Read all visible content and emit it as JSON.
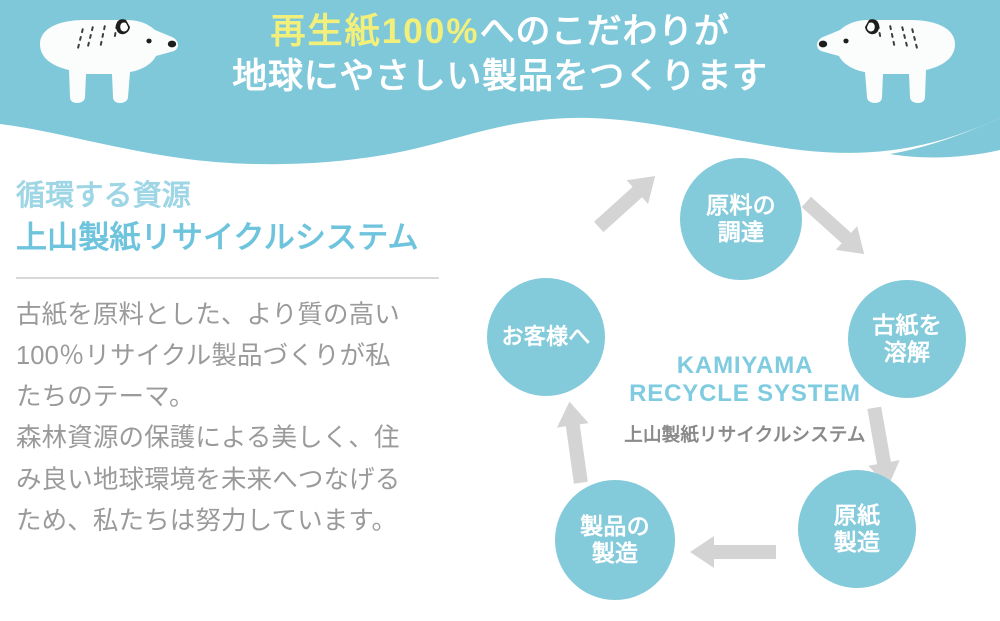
{
  "banner": {
    "title_highlight": "再生紙100%",
    "title_line1_rest": "へのこだわりが",
    "title_line2": "地球にやさしい製品をつくります",
    "bg_color": "#7fc8da",
    "highlight_color": "#f2f07a",
    "text_color": "#ffffff",
    "bear_left_name": "polar-bear-illustration-left",
    "bear_right_name": "polar-bear-illustration-right"
  },
  "left": {
    "heading_line1": "循環する資源",
    "heading_line2": "上山製紙リサイクルシステム",
    "heading_color1": "#9ed6e6",
    "heading_color2": "#6fc4dd",
    "body_line1": "古紙を原料とした、より質の高い",
    "body_line2": "100％リサイクル製品づくりが私",
    "body_line3": "たちのテーマ。",
    "body_line4": "森林資源の保護による美しく、住",
    "body_line5": "み良い地球環境を未来へつなげる",
    "body_line6": "ため、私たちは努力しています。",
    "body_color": "#9a9a9a"
  },
  "cycle": {
    "center_en_line1": "KAMIYAMA",
    "center_en_line2": "RECYCLE SYSTEM",
    "center_ja": "上山製紙リサイクルシステム",
    "center_en_color": "#7fcbe0",
    "center_ja_color": "#8a8a8a",
    "node_color": "#83cada",
    "arrow_color": "#d4d4d4",
    "nodes": [
      {
        "id": "genryo",
        "line1": "原料の",
        "line2": "調達"
      },
      {
        "id": "koshi",
        "line1": "古紙を",
        "line2": "溶解"
      },
      {
        "id": "genshi",
        "line1": "原紙",
        "line2": "製造"
      },
      {
        "id": "seihin",
        "line1": "製品の",
        "line2": "製造"
      },
      {
        "id": "okyaku",
        "line1": "お客様へ",
        "line2": ""
      }
    ],
    "arrows": [
      {
        "id": "arrow-genryo-to-koshi",
        "direction": "down-right"
      },
      {
        "id": "arrow-koshi-to-genshi",
        "direction": "down"
      },
      {
        "id": "arrow-genshi-to-seihin",
        "direction": "left"
      },
      {
        "id": "arrow-seihin-to-okyaku",
        "direction": "up"
      },
      {
        "id": "arrow-okyaku-to-genryo",
        "direction": "up-right"
      }
    ]
  }
}
